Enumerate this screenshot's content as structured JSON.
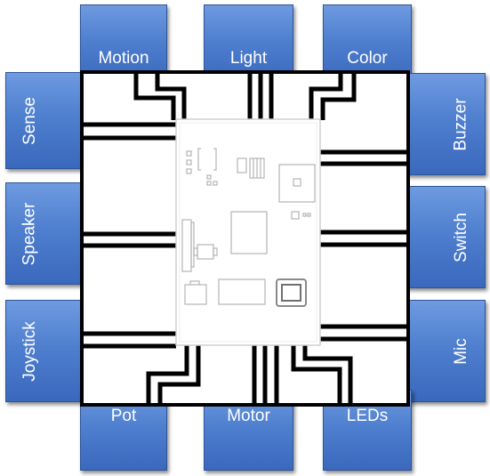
{
  "modules": {
    "top": [
      "Motion",
      "Light",
      "Color"
    ],
    "left": [
      "Sense",
      "Speaker",
      "Joystick"
    ],
    "right": [
      "Buzzer",
      "Switch",
      "Mic"
    ],
    "bottom": [
      "Pot",
      "Motor",
      "LEDs"
    ]
  },
  "colors": {
    "module_fill": "#4f7fcf",
    "module_border": "#2f5597",
    "module_text": "#ffffff",
    "board_border": "#000000",
    "trace": "#000000",
    "pcb_fill": "#ffffff",
    "pcb_outline": "#c8c8c8"
  }
}
